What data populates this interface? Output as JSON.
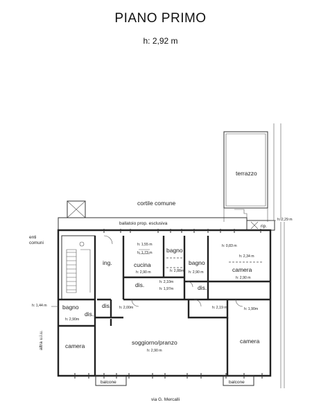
{
  "header": {
    "title": "PIANO PRIMO",
    "height": "h: 2,92 m"
  },
  "labels": {
    "terrazzo": "terrazzo",
    "cortile": "cortile comune",
    "ballatoio": "ballatoio prop. esclusiva",
    "enti_1": "enti",
    "enti_2": "comuni",
    "altra": "altra u.i.u.",
    "rip": "rip.",
    "ing": "ing.",
    "cucina": "cucina",
    "bagno_1": "bagno",
    "bagno_2": "bagno",
    "bagno_3": "bagno",
    "camera_1": "camera",
    "camera_2": "camera",
    "camera_3": "camera",
    "dis_1": "dis.",
    "dis_2": "dis.",
    "dis_3": "dis.",
    "dis_4": "dis.",
    "soggiorno": "soggiorno/pranzo",
    "balcone_1": "balcone",
    "balcone_2": "balcone",
    "street": "via G. Mercalli"
  },
  "dims": {
    "d229": "h: 2,29 m",
    "d155": "h: 1,55 m",
    "d173": "h: 1,73 m",
    "d290a": "h: 2,90 m",
    "d288": "h: 2,88m",
    "d290b": "h: 2,90 m",
    "d083": "h: 0,83 m",
    "d234": "h: 2,34 m",
    "d290c": "h: 2,90 m",
    "d210": "h: 2,10m",
    "d197": "h: 1,97m",
    "d144": "h: 1,44 m",
    "d200": "h: 2,00m",
    "d219": "h: 2,19 m",
    "d190": "h: 1,90m",
    "d290d": "h: 2,90m",
    "d290e": "h: 2,90 m"
  }
}
